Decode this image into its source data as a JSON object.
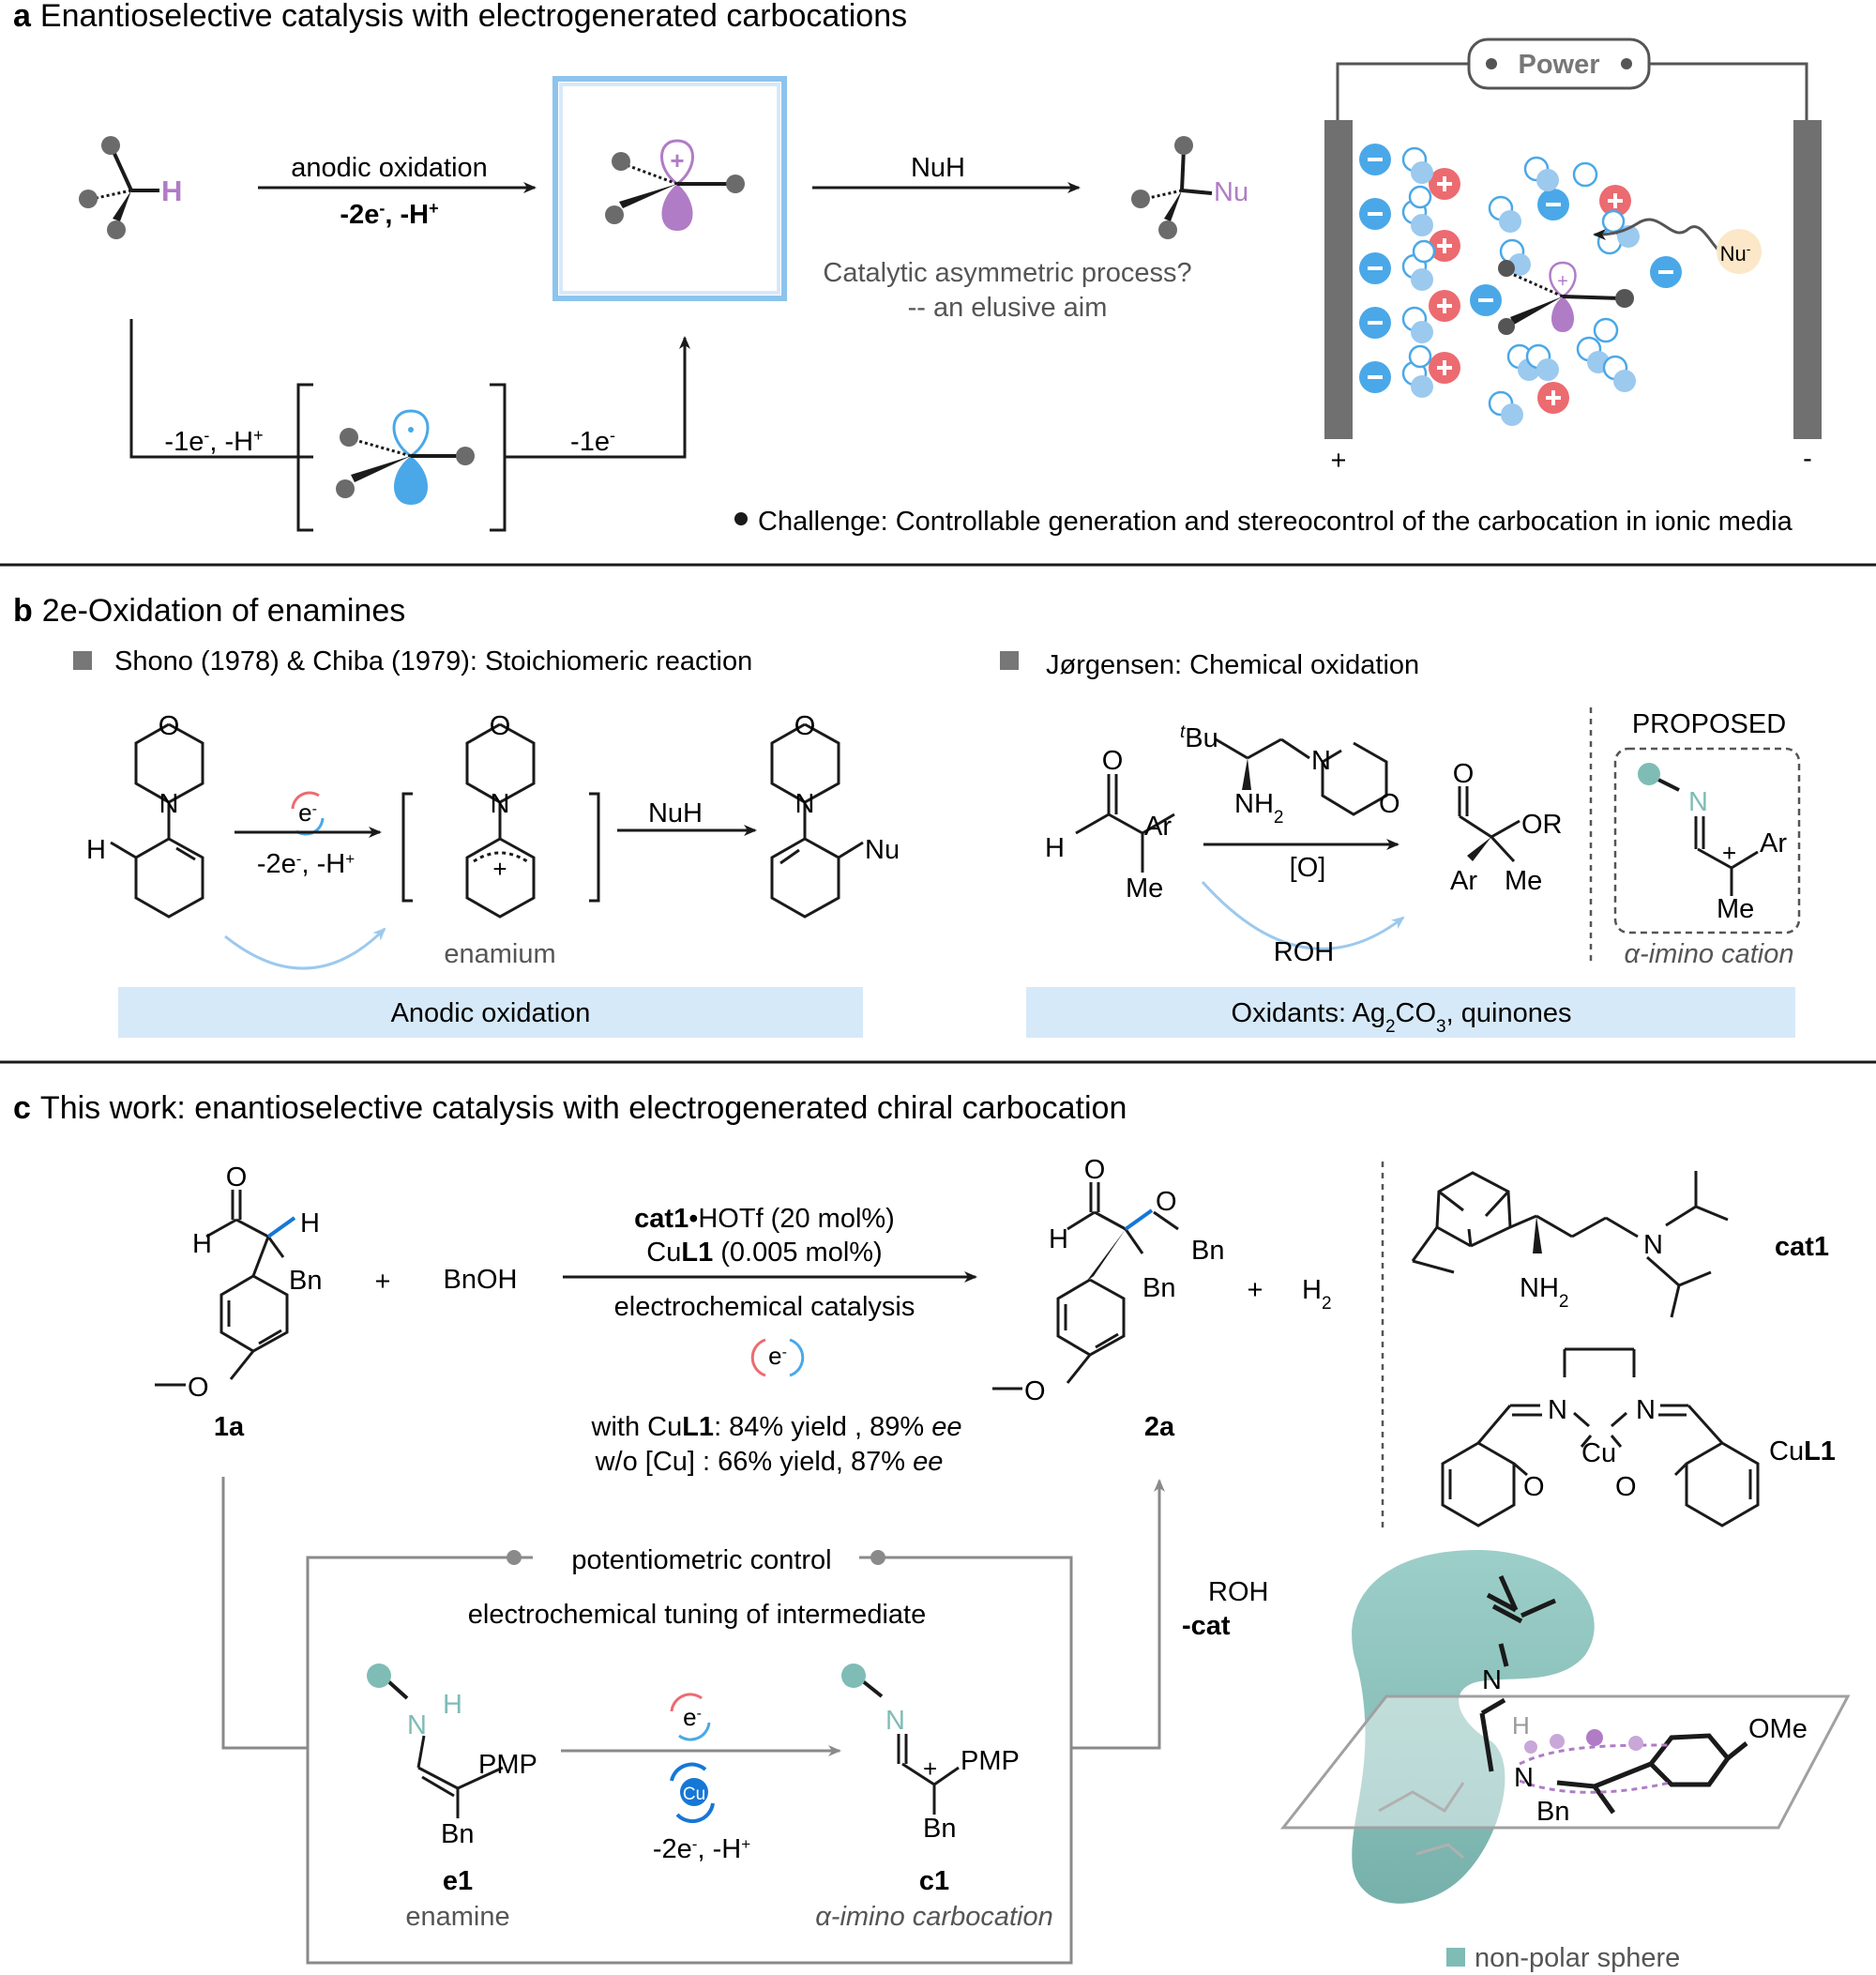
{
  "colors": {
    "purple": "#b07cc6",
    "blue": "#4aa8e8",
    "light_blue": "#9cc9ee",
    "red": "#ec6b70",
    "teal": "#7fbcb6",
    "highlight_box": "#d6e9f9",
    "box_frame": "#8cc4ee",
    "electrode": "#707070",
    "nu_bubble": "#fce8c8"
  },
  "panel_a": {
    "title_letter": "a",
    "title": "Enantioselective catalysis with electrogenerated carbocations",
    "h_label": "H",
    "anodic_oxidation": "anodic oxidation",
    "minus_2e": "-2e",
    "minus_2e_sup": "-",
    "comma": ", ",
    "minus_h": "-H",
    "minus_h_sup": "+",
    "nuh": "NuH",
    "nu_label": "Nu",
    "question": "Catalytic asymmetric process?",
    "elusive": "-- an elusive aim",
    "one_e_h": "-1e",
    "one_e_h_sup1": "-",
    "one_e_h_rest": ", -H",
    "one_e_h_sup2": "+",
    "one_e": "-1e",
    "one_e_sup": "-",
    "plus_sign": "+",
    "power": "Power",
    "nu_minus": "Nu",
    "nu_minus_sup": "-",
    "anode_sign": "+",
    "cathode_sign": "-",
    "challenge": "Challenge: Controllable generation and stereocontrol of the carbocation in ionic media"
  },
  "panel_b": {
    "title_letter": "b",
    "title": "2e-Oxidation of enamines",
    "shono": "Shono (1978) & Chiba (1979): Stoichiomeric reaction",
    "jorgensen": "Jørgensen: Chemical oxidation",
    "o": "O",
    "n": "N",
    "h": "H",
    "e_symbol": "e",
    "e_sup": "-",
    "cond_1": "-2e",
    "cond_1_sup": "-",
    "cond_1b": ", -H",
    "cond_1b_sup": "+",
    "plus": "+",
    "nuh": "NuH",
    "nu": "Nu",
    "enamium": "enamium",
    "anodic_box": "Anodic oxidation",
    "tbu_t": "t",
    "tbu": "Bu",
    "nh2": "NH",
    "nh2_sub": "2",
    "ar": "Ar",
    "me": "Me",
    "or": "OR",
    "oxidant": "[O]",
    "roh": "ROH",
    "proposed": "PROPOSED",
    "alpha_imino_cation": "α-imino cation",
    "oxidants_box_1": "Oxidants: Ag",
    "oxidants_sub1": "2",
    "oxidants_box_2": "CO",
    "oxidants_sub2": "3",
    "oxidants_box_3": ", quinones"
  },
  "panel_c": {
    "title_letter": "c",
    "title": "This work: enantioselective catalysis with electrogenerated chiral carbocation",
    "o": "O",
    "h": "H",
    "bn": "Bn",
    "plus": "+",
    "bnoh": "BnOH",
    "cat_line_1": "cat1",
    "cat_line_1_rest": "•HOTf (20 mol%)",
    "cat_line_2a": "Cu",
    "cat_line_2b": "L1",
    "cat_line_2c": " (0.005 mol%)",
    "electrochemical_catalysis": "electrochemical catalysis",
    "with_cu_a": "with Cu",
    "with_cu_b": "L1",
    "with_cu_c": ": 84% yield , 89% ",
    "ee": "ee",
    "without_cu": "w/o [Cu] : 66% yield, 87% ",
    "h2": "H",
    "h2_sub": "2",
    "label_1a": "1a",
    "label_2a": "2a",
    "cat1_label": "cat1",
    "cul1_label_a": "Cu",
    "cul1_label_b": "L1",
    "nh2": "NH",
    "nh2_sub": "2",
    "n": "N",
    "cu": "Cu",
    "potentiometric": "potentiometric control",
    "tuning": "electrochemical tuning of intermediate",
    "pmp": "PMP",
    "e_symbol": "e",
    "e_sup": "-",
    "minus_2e": "-2e",
    "minus_2e_sup": "-",
    "minus_h": ", -H",
    "minus_h_sup": "+",
    "label_e1": "e1",
    "enamine": "enamine",
    "label_c1": "c1",
    "alpha_imino_carbocation": "α-imino carbocation",
    "roh": "ROH",
    "minus_cat": "-cat",
    "ome": "OMe",
    "non_polar": "non-polar sphere",
    "methoxy_o": "O"
  }
}
